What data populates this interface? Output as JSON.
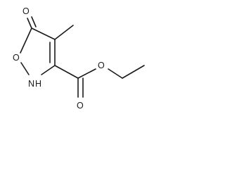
{
  "molecule": {
    "atoms": {
      "carbonyl_oxygen": "O",
      "ring_oxygen": "O",
      "ring_nh": "H",
      "ring_nh_n": "N",
      "ester_oxygen": "O",
      "ester_carbonyl_oxygen": "O"
    }
  }
}
